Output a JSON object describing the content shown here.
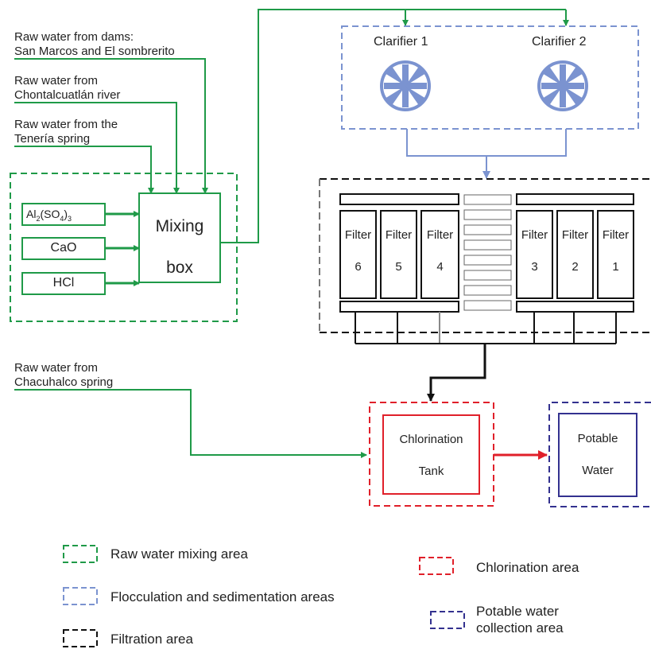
{
  "sources": {
    "dams_line1": "Raw water from dams:",
    "dams_line2": "San Marcos and El sombrerito",
    "river_line1": "Raw water from",
    "river_line2": "Chontalcuatlán river",
    "spring_line1": "Raw water from the",
    "spring_line2": "Tenería spring",
    "chacuhalco_line1": "Raw water from",
    "chacuhalco_line2": "Chacuhalco spring"
  },
  "chemicals": {
    "alum_base": "Al",
    "alum_sub1": "2",
    "alum_paren": "(SO",
    "alum_sub2": "4",
    "alum_close": ")",
    "alum_sub3": "3",
    "cao": "CaO",
    "hcl": "HCl"
  },
  "mixing_box": {
    "line1": "Mixing",
    "line2": "box"
  },
  "clarifiers": [
    "Clarifier 1",
    "Clarifier 2"
  ],
  "filter_word": "Filter",
  "filters_left": [
    "6",
    "5",
    "4"
  ],
  "filters_right": [
    "3",
    "2",
    "1"
  ],
  "chlorination_tank": {
    "line1": "Chlorination",
    "line2": "Tank"
  },
  "potable_water": {
    "line1": "Potable",
    "line2": "Water"
  },
  "legend": {
    "mixing": "Raw water mixing area",
    "flocculation": "Flocculation and sedimentation areas",
    "filtration": "Filtration area",
    "chlorination": "Chlorination area",
    "potable_line1": "Potable water",
    "potable_line2": "collection area"
  },
  "colors": {
    "green": "#1f9a48",
    "blue": "#7b93d0",
    "black": "#111111",
    "red": "#e0202a",
    "purple": "#33318f"
  }
}
